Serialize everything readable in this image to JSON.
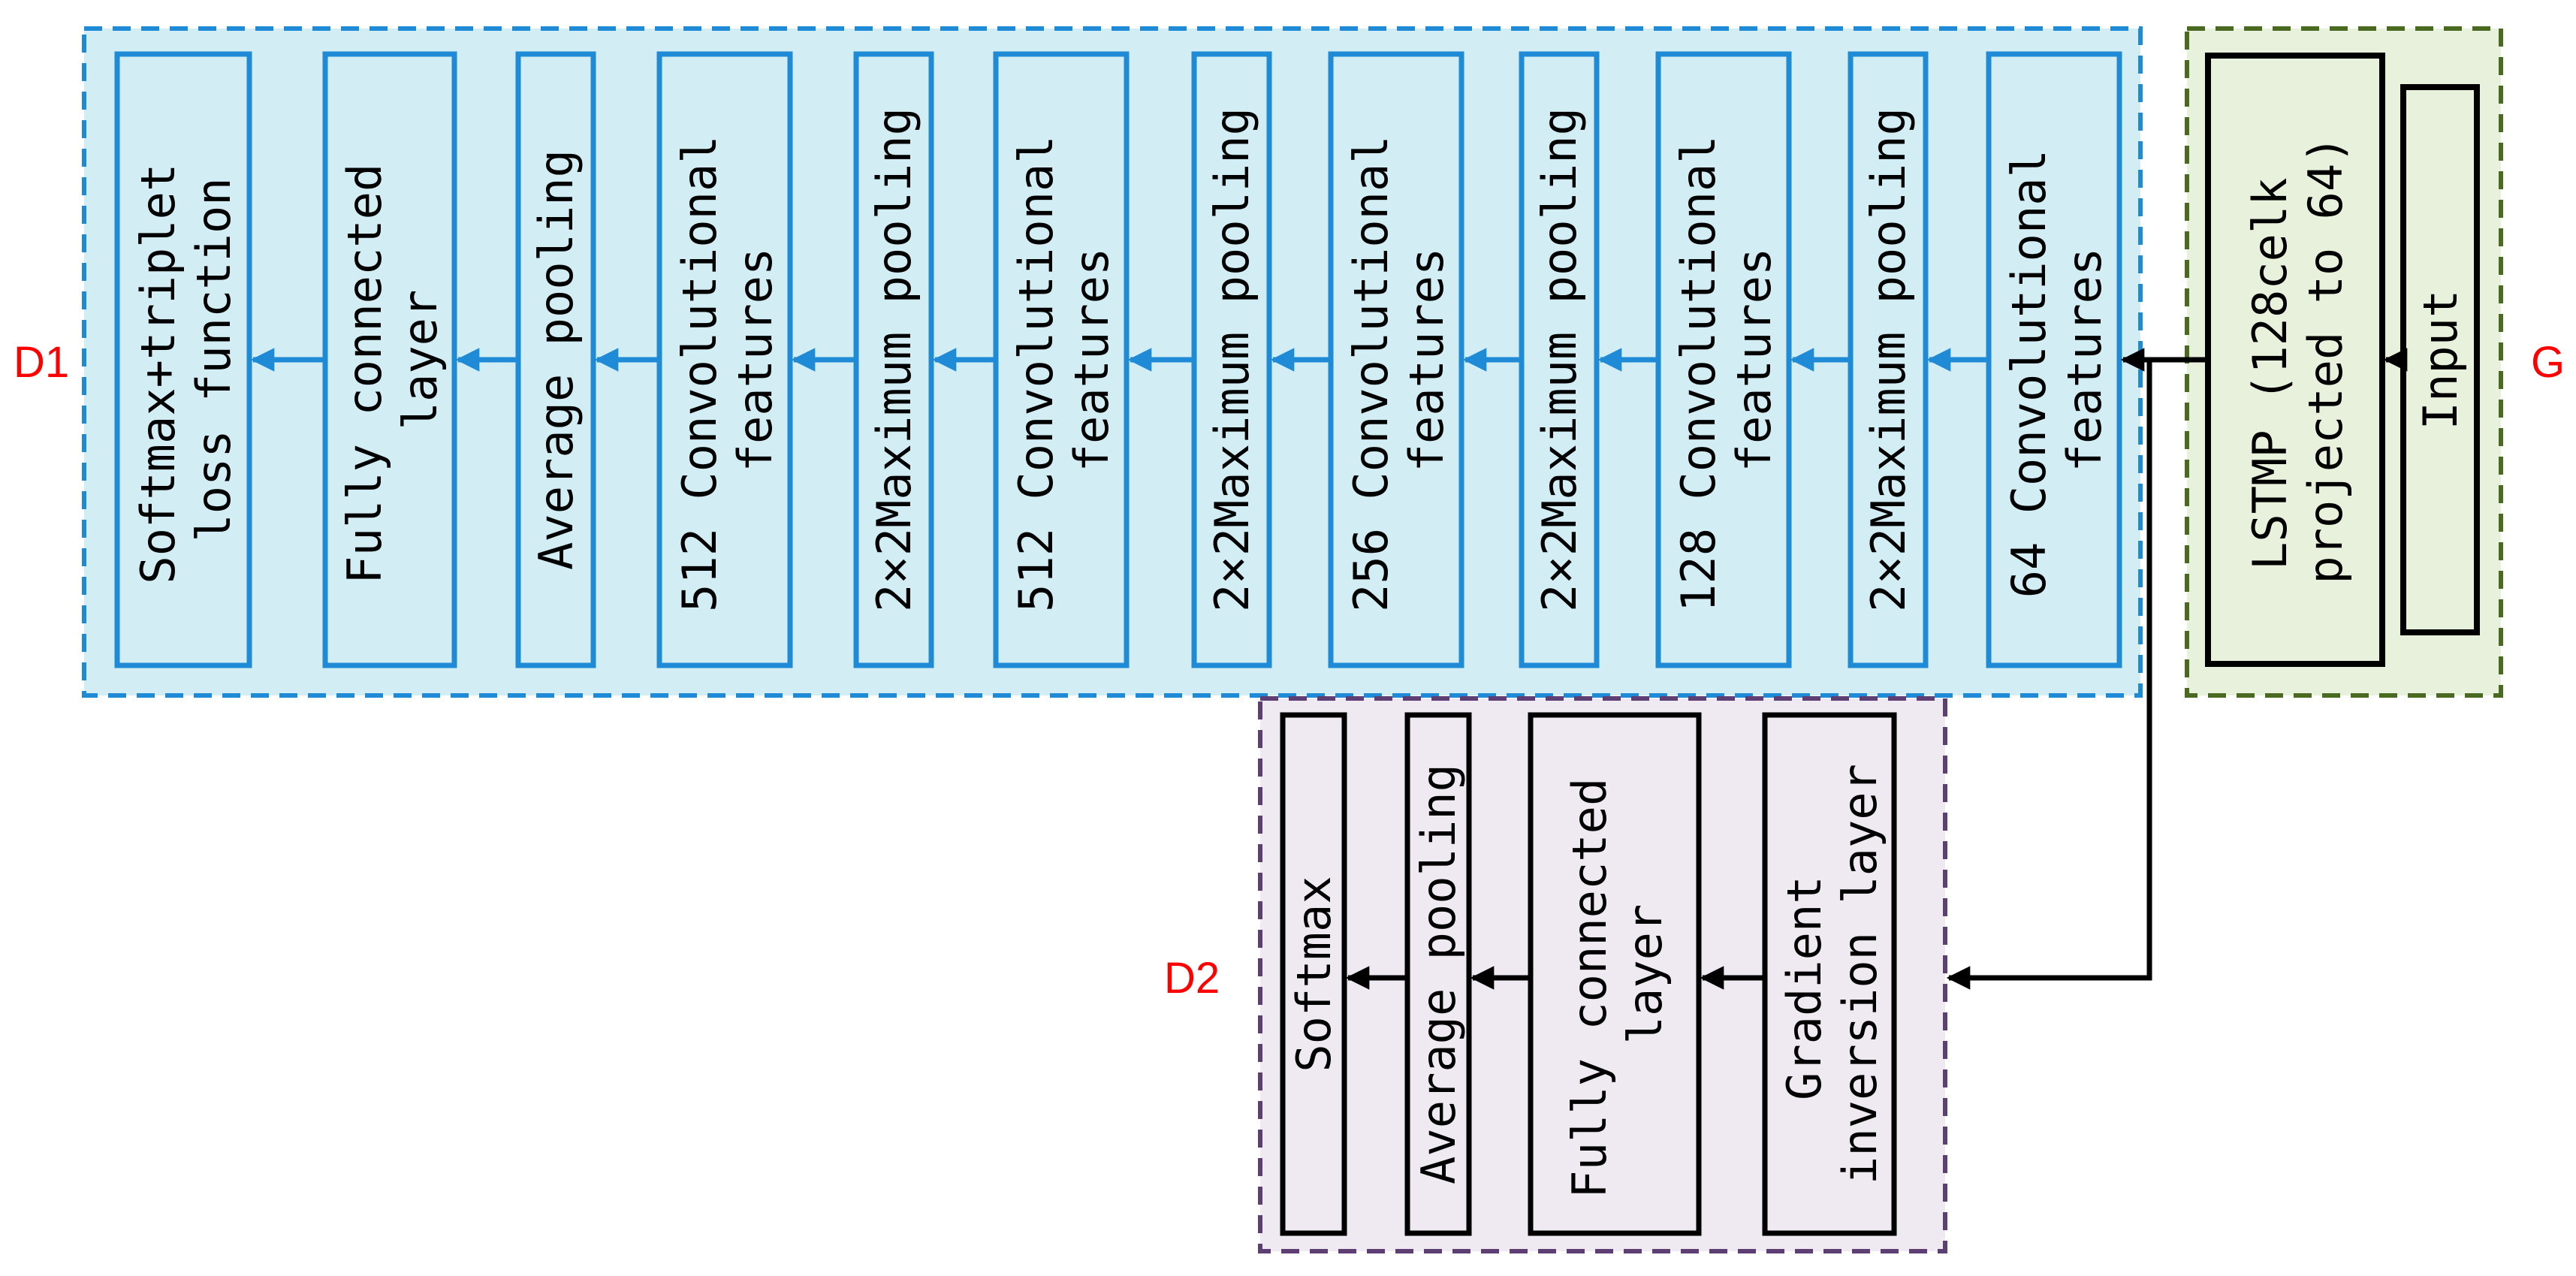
{
  "sections": {
    "d1": {
      "label": "D1"
    },
    "g": {
      "label": "G"
    },
    "d2": {
      "label": "D2"
    }
  },
  "d1_layers": [
    {
      "lines": [
        "Softmax+triplet",
        "loss function"
      ]
    },
    {
      "lines": [
        "Fully connected",
        "layer"
      ]
    },
    {
      "lines": [
        "Average pooling"
      ]
    },
    {
      "lines": [
        "512 Convolutional",
        "features"
      ]
    },
    {
      "lines": [
        "2×2Maximum pooling"
      ]
    },
    {
      "lines": [
        "512 Convolutional",
        "features"
      ]
    },
    {
      "lines": [
        "2×2Maximum pooling"
      ]
    },
    {
      "lines": [
        "256 Convolutional",
        "features"
      ]
    },
    {
      "lines": [
        "2×2Maximum pooling"
      ]
    },
    {
      "lines": [
        "128 Convolutional",
        "features"
      ]
    },
    {
      "lines": [
        "2×2Maximum pooling"
      ]
    },
    {
      "lines": [
        "64 Convolutional",
        "features"
      ]
    }
  ],
  "g_layers": [
    {
      "lines": [
        "LSTMP (128celk",
        "projected to 64)"
      ]
    },
    {
      "lines": [
        "Input"
      ]
    }
  ],
  "d2_layers": [
    {
      "lines": [
        "Softmax"
      ]
    },
    {
      "lines": [
        "Average pooling"
      ]
    },
    {
      "lines": [
        "Fully connected",
        "layer"
      ]
    },
    {
      "lines": [
        "Gradient",
        "inversion layer"
      ]
    }
  ],
  "colors": {
    "d1_fill": "#d2edf3",
    "d1_border": "#1f8bd6",
    "g_fill": "#e8f1dc",
    "g_border": "#4a6a22",
    "d2_fill": "#efeaf1",
    "d2_border": "#5e3f73",
    "label": "#ff0000",
    "black": "#000000"
  }
}
